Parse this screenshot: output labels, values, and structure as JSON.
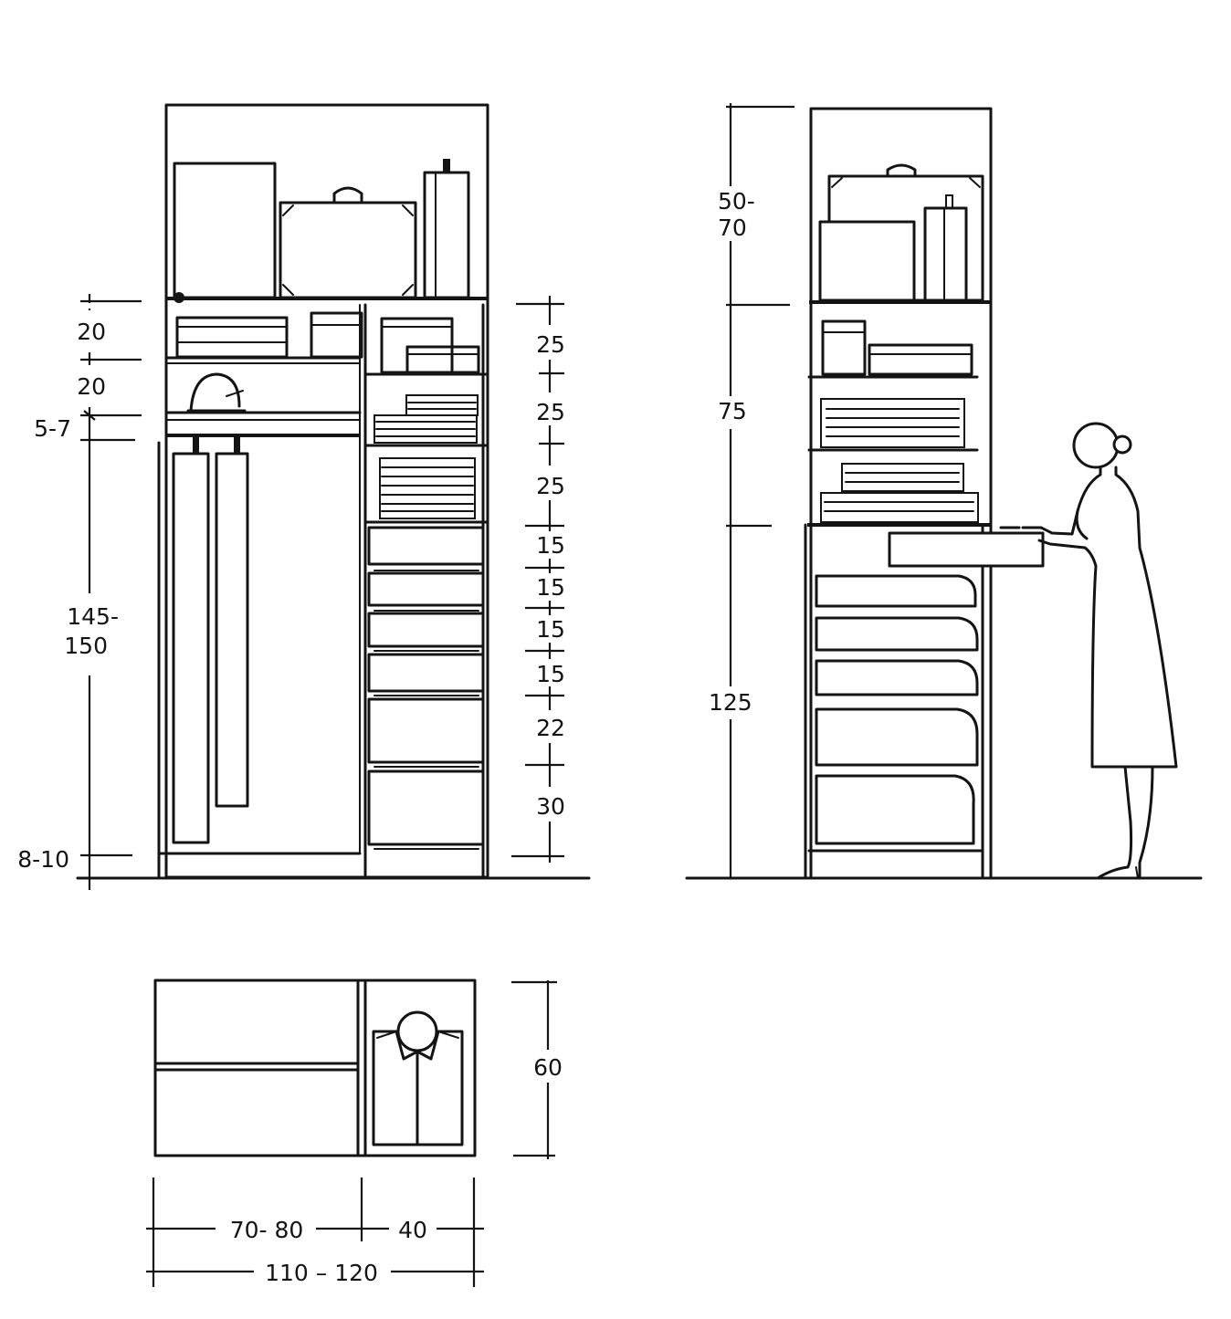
{
  "left_elevation": {
    "left_dims": [
      "20",
      "20",
      "5-7",
      "145-",
      "150",
      "8-10"
    ],
    "right_dims": [
      "25",
      "25",
      "25",
      "15",
      "15",
      "15",
      "15",
      "22",
      "30"
    ]
  },
  "right_elevation": {
    "dims": [
      "50-",
      "70",
      "75",
      "125"
    ]
  },
  "plan_view": {
    "depth": "60",
    "width_left": "70- 80",
    "width_right": "40",
    "width_total": "110 – 120"
  },
  "icons": [
    "suitcase-icon",
    "hat-icon",
    "hanging-garment-icon",
    "shirt-icon",
    "woman-figure-icon",
    "drawer-icon"
  ],
  "colors": {
    "ink": "#141414",
    "paper": "#ffffff"
  }
}
